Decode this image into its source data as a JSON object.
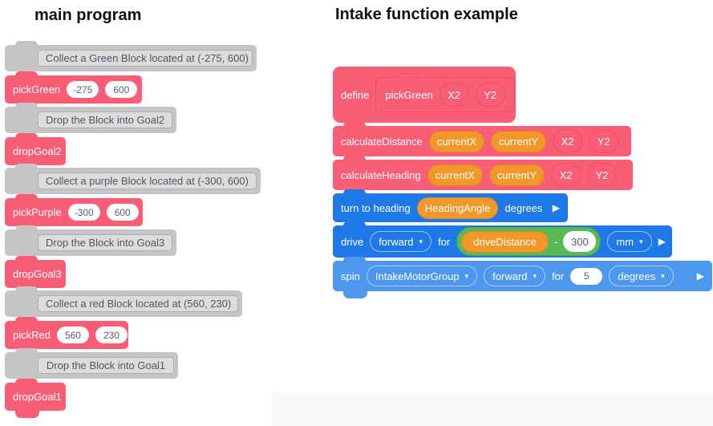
{
  "colors": {
    "pink": "#F95E76",
    "pink_border": "#ED4D68",
    "orange": "#F2982A",
    "blue": "#1E78E8",
    "light_blue": "#4D97EE",
    "green": "#57BA54",
    "gray_block": "#C5C5C7",
    "gray_field": "#DCDCDE",
    "gray_field_border": "#AFAFB1",
    "comment_text": "#55565A",
    "oval_text": "#575E75",
    "panel": "#F8F9FB"
  },
  "icons": {
    "caret": "▾",
    "expand": "▶"
  },
  "left": {
    "title": "main program",
    "comments": [
      "Collect a Green Block located at (-275, 600)",
      "Drop the Block into Goal2",
      "Collect a purple Block located at (-300, 600)",
      "Drop the Block into Goal3",
      "Collect a red Block located at (560, 230)",
      "Drop the Block into Goal1"
    ],
    "calls": [
      {
        "name": "pickGreen",
        "x": "-275",
        "y": "600"
      },
      {
        "name": "dropGoal2"
      },
      {
        "name": "pickPurple",
        "x": "-300",
        "y": "600"
      },
      {
        "name": "dropGoal3"
      },
      {
        "name": "pickRed",
        "x": "560",
        "y": "230"
      },
      {
        "name": "dropGoal1"
      }
    ]
  },
  "right": {
    "title": "Intake function example",
    "define": {
      "keyword": "define",
      "name": "pickGreen",
      "param1": "X2",
      "param2": "Y2"
    },
    "calc_distance": {
      "label": "calculateDistance",
      "arg1": "currentX",
      "arg2": "currentY",
      "arg3": "X2",
      "arg4": "Y2"
    },
    "calc_heading": {
      "label": "calculateHeading",
      "arg1": "currentX",
      "arg2": "currentY",
      "arg3": "X2",
      "arg4": "Y2"
    },
    "turn": {
      "prefix": "turn to heading",
      "variable": "HeadingAngle",
      "suffix": "degrees"
    },
    "drive": {
      "verb": "drive",
      "direction": "forward",
      "for_label": "for",
      "variable": "driveDistance",
      "operator": "-",
      "value": "300",
      "unit": "mm"
    },
    "spin": {
      "verb": "spin",
      "motor": "IntakeMotorGroup",
      "direction": "forward",
      "for_label": "for",
      "value": "5",
      "unit": "degrees"
    }
  }
}
